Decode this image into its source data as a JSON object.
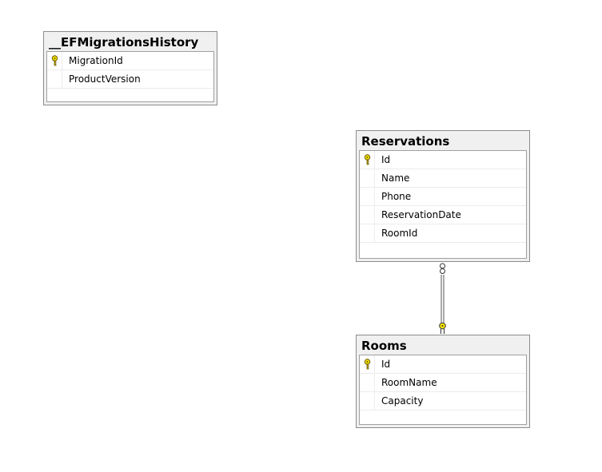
{
  "diagram": {
    "tables": {
      "migrations": {
        "title": "__EFMigrationsHistory",
        "columns": [
          {
            "name": "MigrationId",
            "key": true
          },
          {
            "name": "ProductVersion",
            "key": false
          }
        ]
      },
      "reservations": {
        "title": "Reservations",
        "columns": [
          {
            "name": "Id",
            "key": true
          },
          {
            "name": "Name",
            "key": false
          },
          {
            "name": "Phone",
            "key": false
          },
          {
            "name": "ReservationDate",
            "key": false
          },
          {
            "name": "RoomId",
            "key": false
          }
        ]
      },
      "rooms": {
        "title": "Rooms",
        "columns": [
          {
            "name": "Id",
            "key": true
          },
          {
            "name": "RoomName",
            "key": false
          },
          {
            "name": "Capacity",
            "key": false
          }
        ]
      }
    },
    "relationships": [
      {
        "from": "reservations",
        "to": "rooms",
        "from_end": "many",
        "to_end": "one-key"
      }
    ],
    "colors": {
      "key_fill": "#f5e400",
      "key_stroke": "#6b5a00",
      "border": "#8c8c8c",
      "header": "#f0f0f0"
    }
  }
}
